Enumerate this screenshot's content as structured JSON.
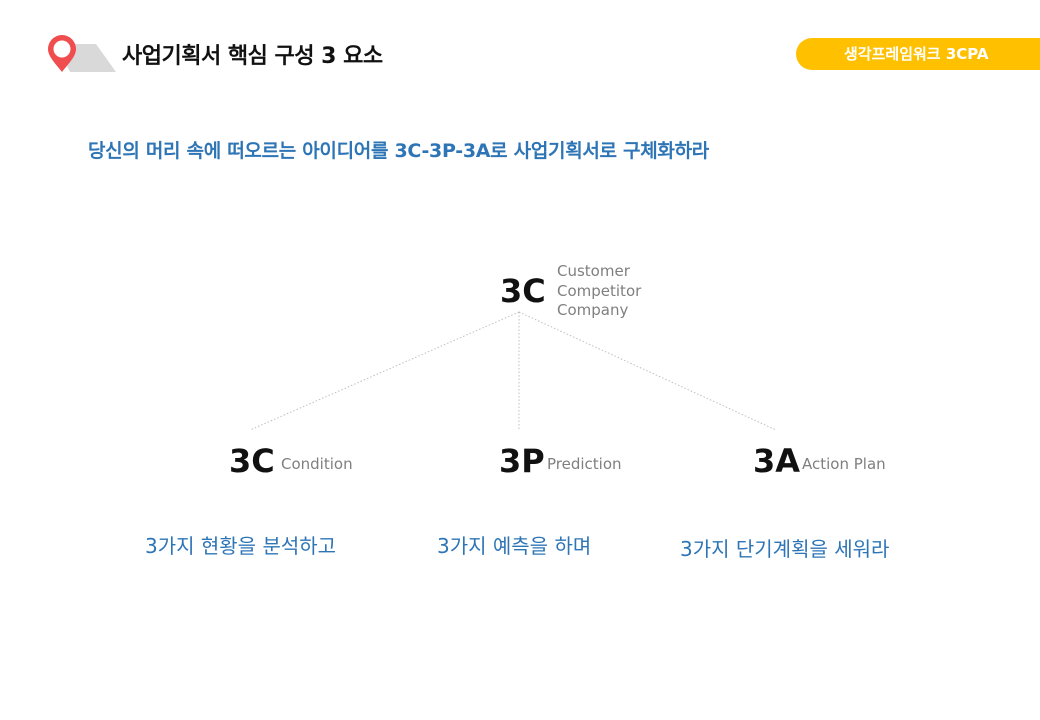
{
  "header": {
    "title": "사업기획서 핵심 구성 3 요소",
    "tag_label": "생각프레임워크  3CPA",
    "accent_color": "#ffc000",
    "pin_color": "#f04e4e",
    "pin_icon": "map-pin-icon"
  },
  "subtitle": "당신의 머리 속에 떠오르는 아이디어를 3C-3P-3A로  사업기획서로 구체화하라",
  "diagram": {
    "root": {
      "code": "3C",
      "items": [
        "Customer",
        "Competitor",
        "Company"
      ]
    },
    "children": [
      {
        "code": "3C",
        "label": "Condition",
        "description": "3가지 현황을 분석하고"
      },
      {
        "code": "3P",
        "label": "Prediction",
        "description": "3가지 예측을 하며"
      },
      {
        "code": "3A",
        "label": "Action Plan",
        "description": "3가지 단기계획을 세워라"
      }
    ],
    "text_color": "#2e75b6",
    "line_color": "#bfbfbf"
  }
}
